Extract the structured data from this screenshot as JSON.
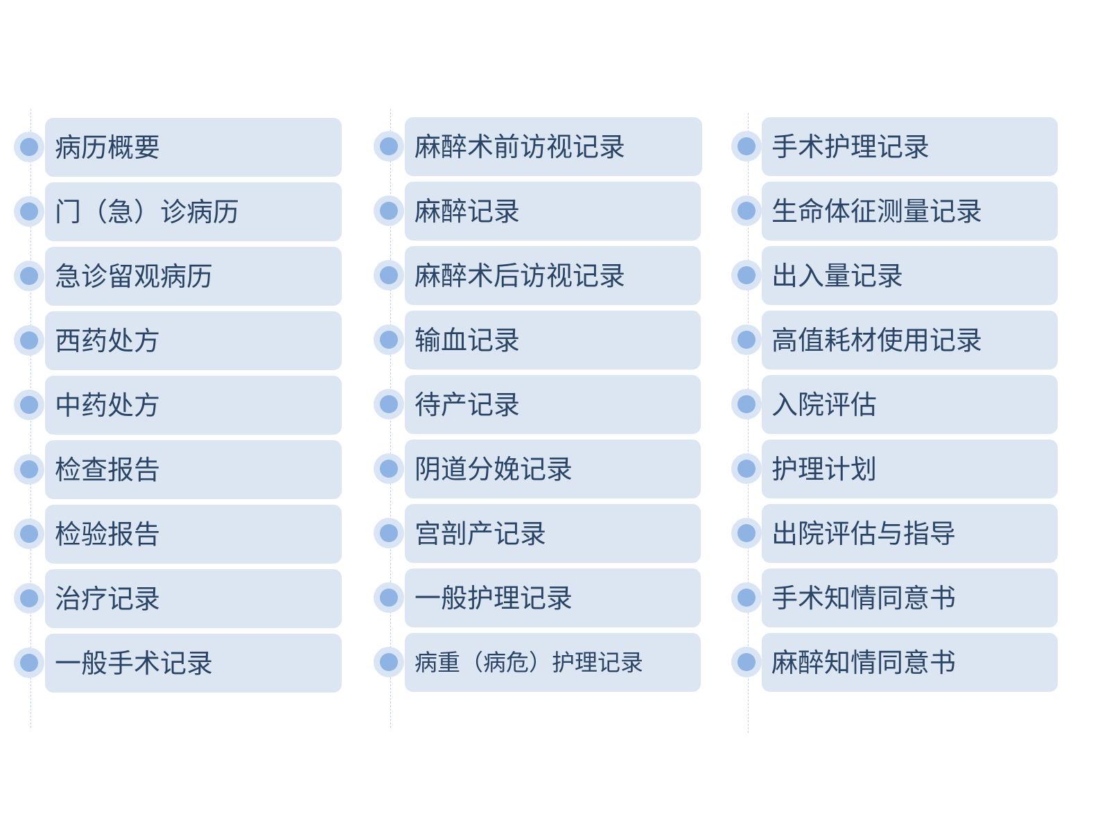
{
  "diagram": {
    "type": "categorized-list",
    "colors": {
      "box_fill": "#dce6f2",
      "dot_core": "#8fb3e3",
      "dot_halo": "#d9e4f5",
      "text": "#2a4466",
      "timeline": "#bfd1ec"
    },
    "columns": [
      {
        "items": [
          {
            "label": "病历概要"
          },
          {
            "label": "门（急）诊病历"
          },
          {
            "label": "急诊留观病历"
          },
          {
            "label": "西药处方"
          },
          {
            "label": "中药处方"
          },
          {
            "label": "检查报告"
          },
          {
            "label": "检验报告"
          },
          {
            "label": "治疗记录"
          },
          {
            "label": "一般手术记录"
          }
        ]
      },
      {
        "items": [
          {
            "label": "麻醉术前访视记录"
          },
          {
            "label": "麻醉记录"
          },
          {
            "label": "麻醉术后访视记录"
          },
          {
            "label": "输血记录"
          },
          {
            "label": "待产记录"
          },
          {
            "label": "阴道分娩记录"
          },
          {
            "label": "宫剖产记录"
          },
          {
            "label": "一般护理记录"
          },
          {
            "label": "病重（病危）护理记录"
          }
        ]
      },
      {
        "items": [
          {
            "label": "手术护理记录"
          },
          {
            "label": "生命体征测量记录"
          },
          {
            "label": "出入量记录"
          },
          {
            "label": "高值耗材使用记录"
          },
          {
            "label": "入院评估"
          },
          {
            "label": "护理计划"
          },
          {
            "label": "出院评估与指导"
          },
          {
            "label": "手术知情同意书"
          },
          {
            "label": "麻醉知情同意书"
          }
        ]
      }
    ]
  }
}
